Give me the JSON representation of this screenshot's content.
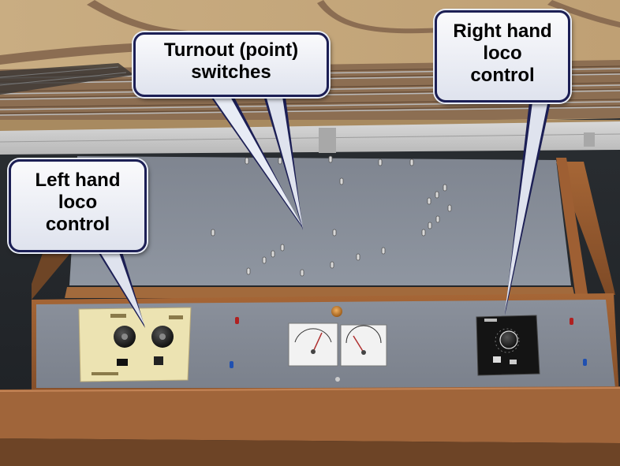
{
  "callouts": {
    "turnout": {
      "line1": "Turnout (point)",
      "line2": "switches"
    },
    "right": {
      "line1": "Right hand",
      "line2": "loco",
      "line3": "control"
    },
    "left": {
      "line1": "Left hand",
      "line2": "loco",
      "line3": "control"
    }
  },
  "colors": {
    "panel_grey": "#858b96",
    "wood_edge": "#9a5a32",
    "baseboard": "#c4a578",
    "track_ballast": "#8c6e52",
    "callout_border": "#1c1f55"
  },
  "icons": [
    "toggle-switch",
    "rotary-knob",
    "analog-meter",
    "indicator-lamp"
  ]
}
